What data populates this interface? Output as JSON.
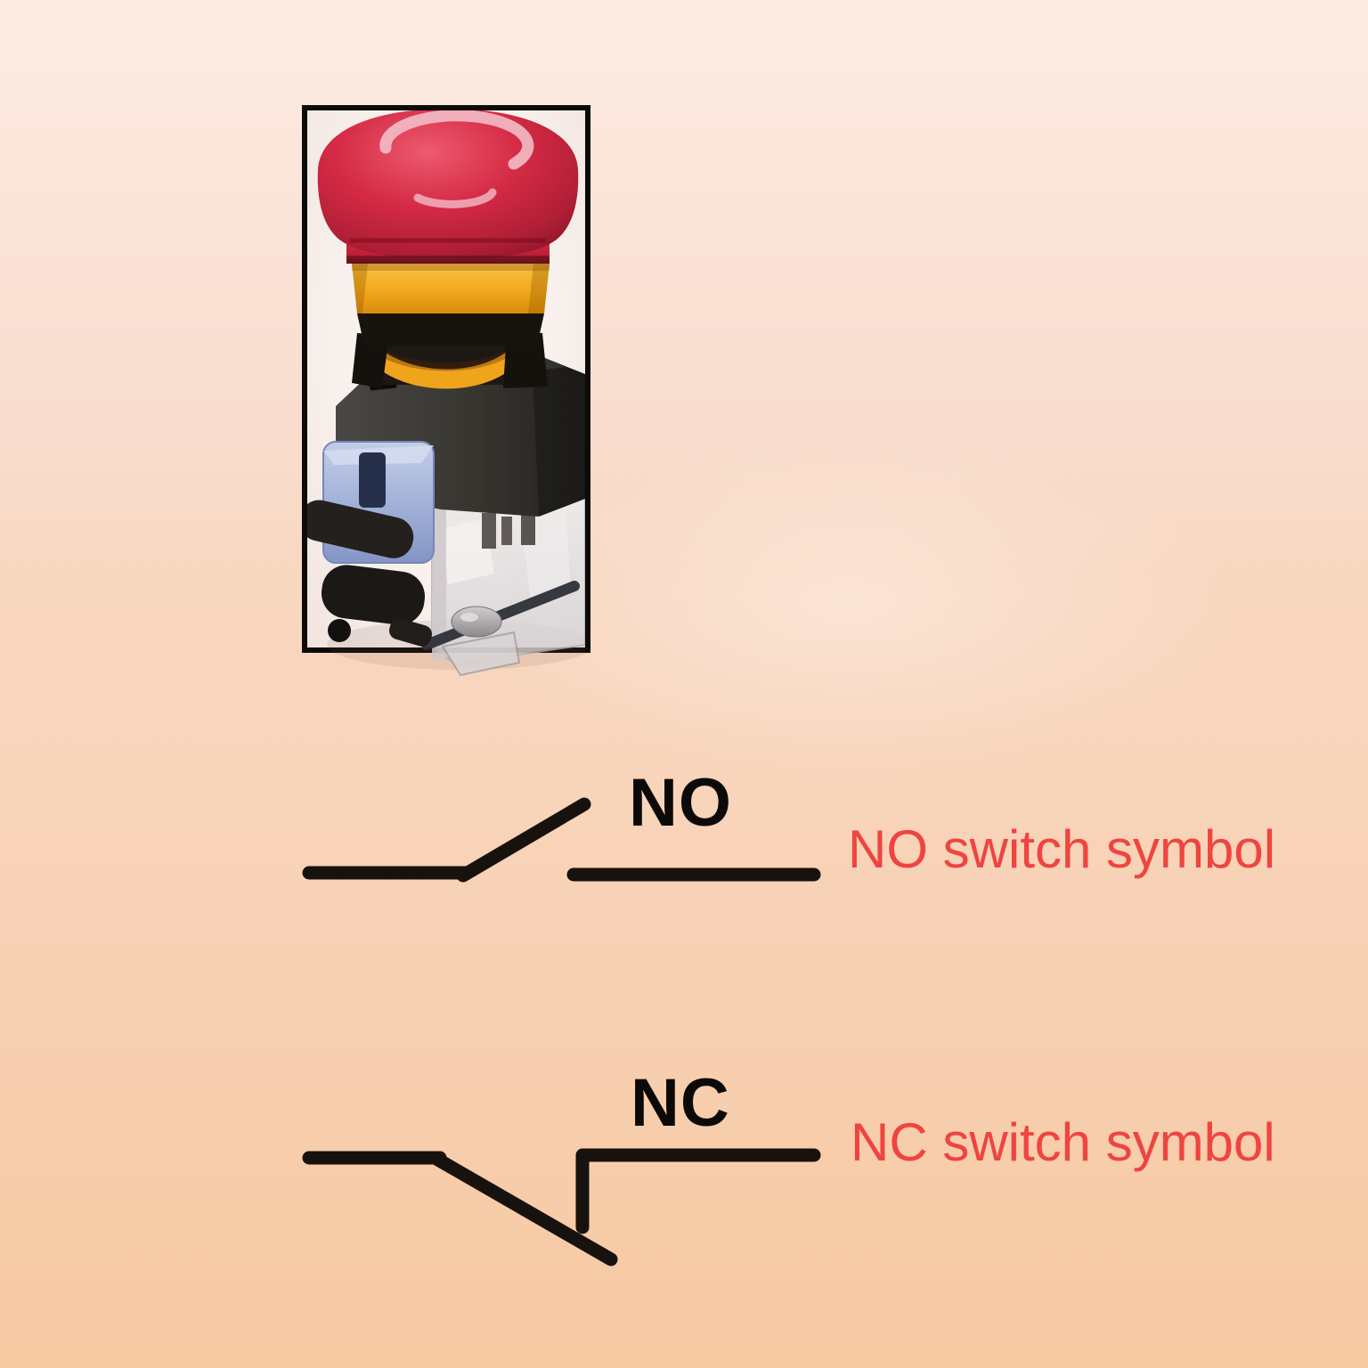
{
  "photo": {
    "description": "red emergency stop push button with yellow collar and contact block"
  },
  "symbols": {
    "no": {
      "label": "NO",
      "caption": "NO switch symbol"
    },
    "nc": {
      "label": "NC",
      "caption": "NC switch symbol"
    }
  },
  "colors": {
    "caption_red": "#ef4440",
    "line_black": "#17120e",
    "background_top": "#fcebe3",
    "background_bottom": "#f6c9a2"
  }
}
